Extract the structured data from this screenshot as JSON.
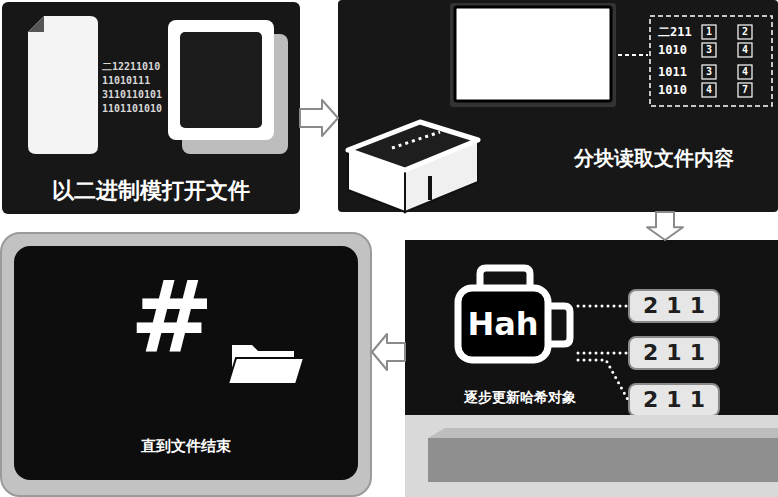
{
  "diagram": {
    "nodes": [
      {
        "text": [
          "以二进制模打开文件"
        ]
      },
      {
        "text": [
          "分块读取文件内容"
        ]
      },
      {
        "text": [
          "逐步更新哈希对象"
        ]
      },
      {
        "text": [
          "Hah"
        ],
        "in": 2
      },
      {
        "text": [
          "211"
        ],
        "in": 2
      },
      {
        "text": [
          "211"
        ],
        "in": 2
      },
      {
        "text": [
          "211"
        ],
        "in": 2
      },
      {
        "text": [
          "直到文件结束"
        ]
      }
    ],
    "edges": [
      {
        "from": 0,
        "to": 1,
        "arrow": "to"
      },
      {
        "from": 1,
        "to": 2,
        "arrow": "to"
      },
      {
        "from": 2,
        "to": 7,
        "arrow": "to"
      },
      {
        "from": 3,
        "to": 4,
        "arrow": "none"
      },
      {
        "from": 3,
        "to": 5,
        "arrow": "none"
      },
      {
        "from": 3,
        "to": 6,
        "arrow": "none"
      }
    ],
    "labels": [
      "二12211010",
      "11010111",
      "3110110101",
      "1101101010",
      "二211",
      "1",
      "2",
      "1010",
      "3",
      "4",
      "1011",
      "3",
      "4",
      "1010",
      "4",
      "7",
      "#"
    ]
  }
}
